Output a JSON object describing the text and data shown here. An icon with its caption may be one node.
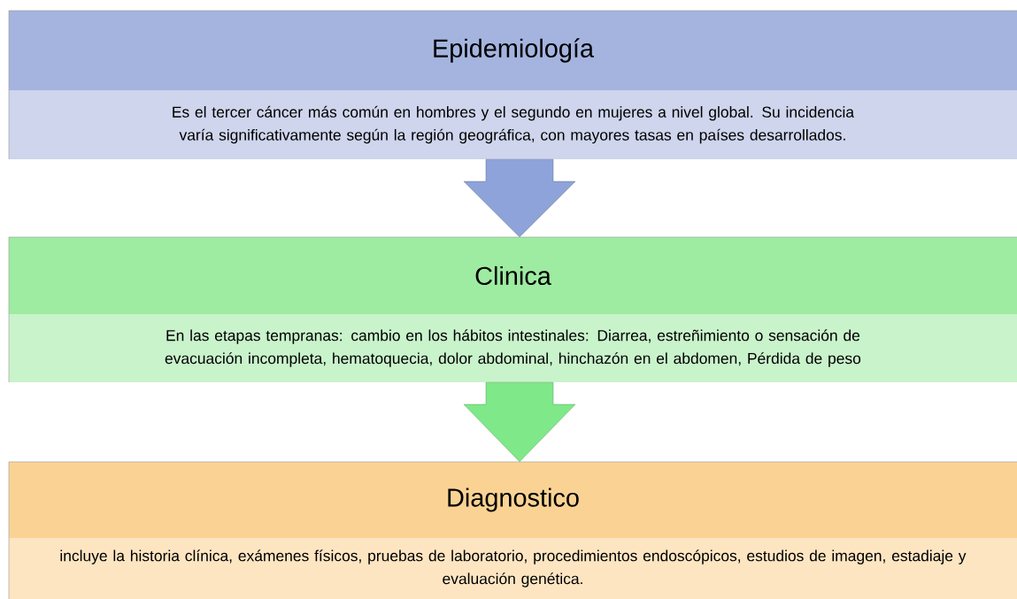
{
  "diagram": {
    "nodes": [
      {
        "text": [
          "Epidemiología",
          "Es el tercer cáncer más común en hombres y el segundo en mujeres a nivel global. Su incidencia varía significativamente según la región geográfica, con mayores tasas en países desarrollados."
        ]
      },
      {
        "text": [
          "Clinica",
          "En las etapas tempranas: cambio en los hábitos intestinales: Diarrea, estreñimiento o sensación de evacuación incompleta, hematoquecia, dolor abdominal, hinchazón en el abdomen, Pérdida de peso"
        ]
      },
      {
        "text": [
          "Diagnostico",
          "incluye la historia clínica, exámenes físicos, pruebas de laboratorio, procedimientos endoscópicos, estudios de imagen, estadiaje y evaluación genética."
        ]
      }
    ],
    "edges": [
      {
        "from": 0,
        "to": 1,
        "arrow": "to"
      },
      {
        "from": 1,
        "to": 2,
        "arrow": "to"
      }
    ]
  }
}
